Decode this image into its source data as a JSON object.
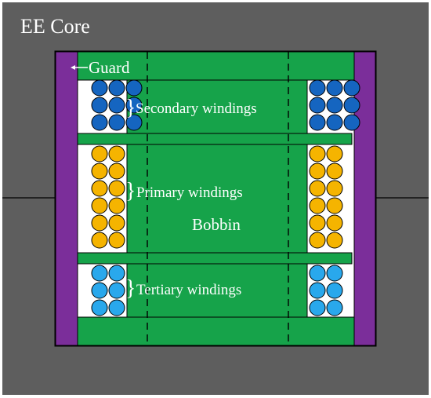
{
  "title": "EE Core",
  "labels": {
    "guard": "Guard",
    "secondary": "Secondary windings",
    "primary": "Primary windings",
    "tertiary": "Tertiary windings",
    "bobbin": "Bobbin"
  },
  "colors": {
    "core": "#5e5e5e",
    "bobbin": "#16a34a",
    "guard": "#7b2e9a",
    "secondary": "#1565c0",
    "primary": "#f5b400",
    "tertiary": "#29a8ec",
    "winding_bg": "#ffffff",
    "text": "#ffffff"
  },
  "windings": {
    "secondary": {
      "rows": 3,
      "cols": 3
    },
    "primary": {
      "rows": 6,
      "cols": 2
    },
    "tertiary": {
      "rows": 3,
      "cols": 2
    }
  }
}
